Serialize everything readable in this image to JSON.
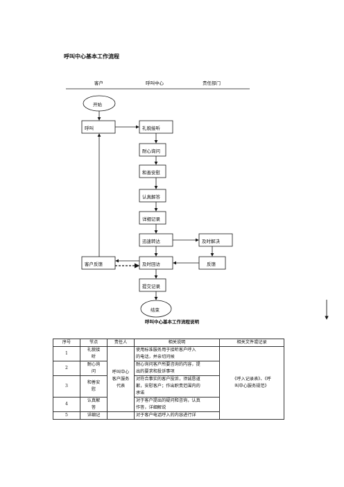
{
  "title": "呼叫中心基本工作流程",
  "columns": [
    "客户",
    "呼叫中心",
    "责任部门"
  ],
  "nodes": {
    "start": "开始",
    "call": "呼叫",
    "greet": "礼貌接听",
    "ask": "耐心询问",
    "comfort": "和善安慰",
    "answer": "认真解答",
    "record": "详细记录",
    "transfer": "迅速转达",
    "resolve": "及时解决",
    "feedback_cust": "客户反馈",
    "revisit": "及时回访",
    "feedback": "反馈",
    "submit": "提交记录",
    "end": "结束"
  },
  "table_title": "呼叫中心基本工作流程说明",
  "table": {
    "headers": [
      "序号",
      "节点",
      "责任人",
      "相关说明",
      "相关文件或记录"
    ],
    "responsible": [
      "呼叫中心",
      "客户服务",
      "代表"
    ],
    "files": [
      "《呼入记录表》、《呼",
      "叫中心服务规范》"
    ],
    "rows": [
      {
        "no": "1",
        "node": [
          "礼貌接",
          "听"
        ],
        "desc": [
          "使用标准服务用于接听客户呼入",
          "的电话，并亲切问候"
        ]
      },
      {
        "no": "2",
        "node": [
          "耐心询",
          "问"
        ],
        "desc": [
          "耐心询问客户所要咨询的内容，提",
          "出的要求和投诉事项"
        ]
      },
      {
        "no": "3",
        "node": [
          "和善安",
          "慰"
        ],
        "desc": [
          "对符合事实的客户投诉，须诚恳道",
          "歉，安慰客户；作出职责范围内的",
          "承诺"
        ]
      },
      {
        "no": "4",
        "node": [
          "认真解",
          "答"
        ],
        "desc": [
          "对于客户提出的疑问和咨询，认真",
          "作答，详细解说"
        ]
      },
      {
        "no": "5",
        "node": [
          "详细记"
        ],
        "desc": [
          "对于客户电话呼入的内容进行详"
        ]
      }
    ]
  }
}
